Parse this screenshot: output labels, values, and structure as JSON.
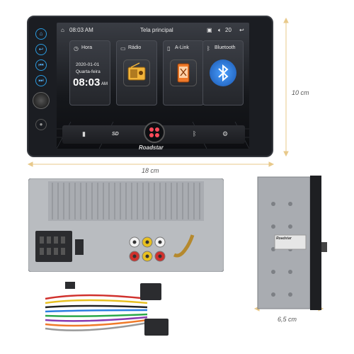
{
  "screen": {
    "time": "08:03 AM",
    "title": "Tela principal",
    "volume": "20"
  },
  "tiles": {
    "clock": {
      "label": "Hora",
      "date": "2020-01-01",
      "weekday": "Quarta-feira",
      "time": "08:03",
      "ampm": "AM"
    },
    "radio": {
      "label": "Rádio"
    },
    "alink": {
      "label": "A-Link"
    },
    "bluetooth": {
      "label": "Bluetooth"
    }
  },
  "dock": {
    "sd": "SD",
    "brand": "Roadstar"
  },
  "dimensions": {
    "width": "18 cm",
    "height": "10 cm",
    "depth": "6,5 cm"
  },
  "side_label": {
    "brand": "Roadstar"
  },
  "colors": {
    "accent": "#2a9be0",
    "radio": "#f2b43a",
    "alink": "#f07a2a",
    "bluetooth": "#2a7fe0",
    "dim_line": "#e8c98a"
  }
}
